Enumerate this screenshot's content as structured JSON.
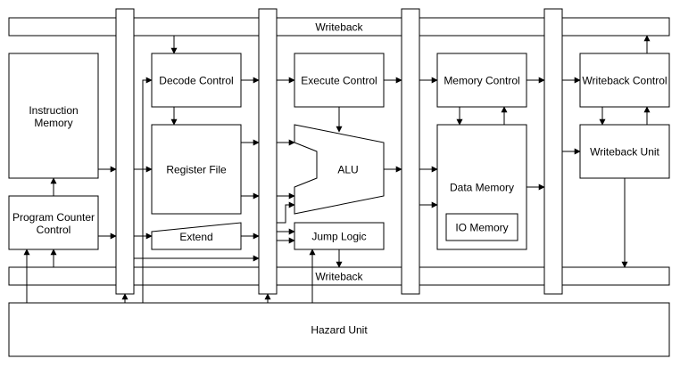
{
  "blocks": {
    "writeback_top": "Writeback",
    "writeback_bottom": "Writeback",
    "instruction_memory": [
      "Instruction",
      "Memory"
    ],
    "program_counter": [
      "Program Counter",
      "Control"
    ],
    "decode_control": "Decode Control",
    "register_file": "Register File",
    "extend": "Extend",
    "execute_control": "Execute Control",
    "alu": "ALU",
    "jump_logic": "Jump Logic",
    "memory_control": "Memory Control",
    "data_memory": "Data Memory",
    "io_memory": "IO Memory",
    "writeback_control": "Writeback Control",
    "writeback_unit": "Writeback Unit",
    "hazard_unit": "Hazard Unit"
  },
  "colors": {
    "stroke": "#000000",
    "fill": "#ffffff"
  }
}
